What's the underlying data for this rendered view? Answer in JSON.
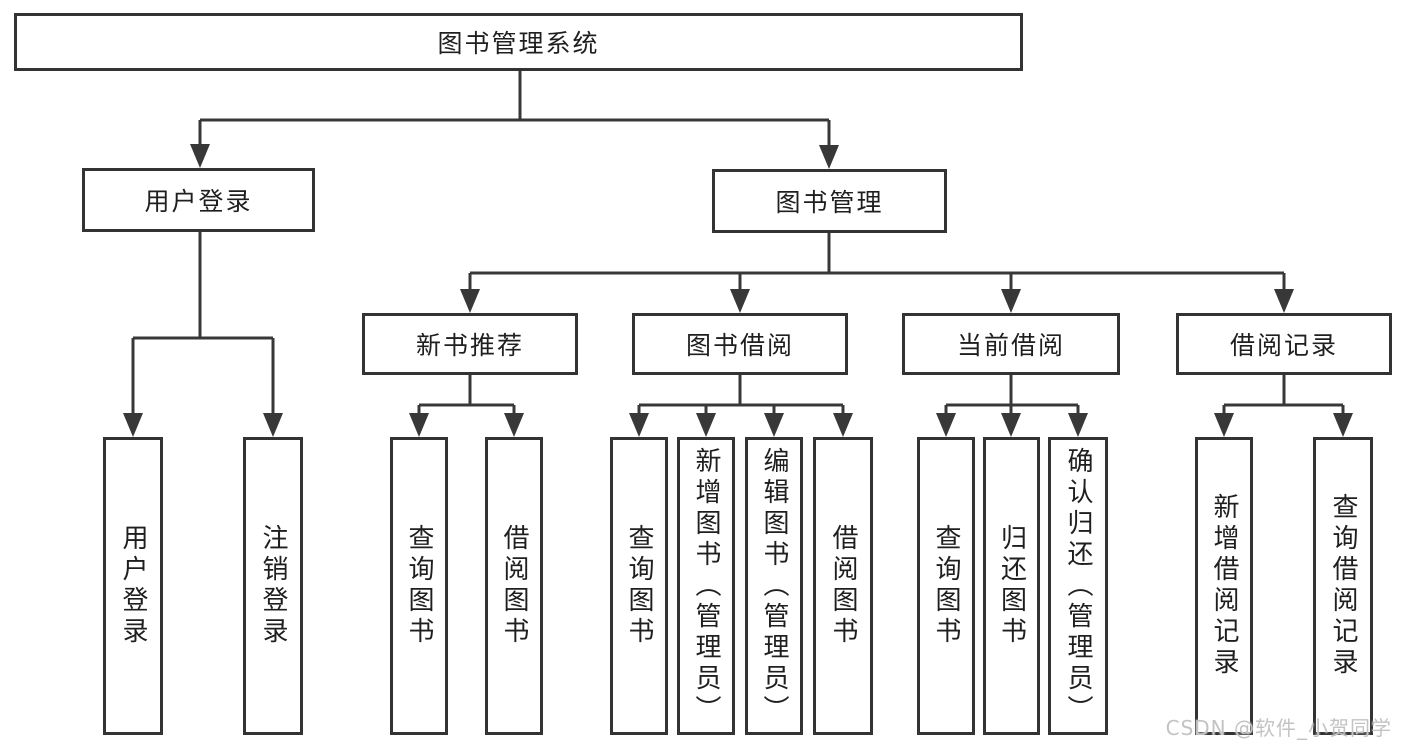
{
  "root": {
    "label": "图书管理系统"
  },
  "level2": {
    "user_login": "用户登录",
    "book_management": "图书管理"
  },
  "level3": {
    "new_book_recommend": "新书推荐",
    "book_borrow": "图书借阅",
    "current_borrow": "当前借阅",
    "borrow_record": "借阅记录"
  },
  "leaves": {
    "user_login_1": "用户登录",
    "user_login_2": "注销登录",
    "new_book_1": "查询图书",
    "new_book_2": "借阅图书",
    "book_borrow_1": "查询图书",
    "book_borrow_2": "新增图书（管理员）",
    "book_borrow_3": "编辑图书（管理员）",
    "book_borrow_4": "借阅图书",
    "current_borrow_1": "查询图书",
    "current_borrow_2": "归还图书",
    "current_borrow_3": "确认归还（管理员）",
    "borrow_record_1": "新增借阅记录",
    "borrow_record_2": "查询借阅记录"
  },
  "watermark": {
    "text": "CSDN @软件_小贺同学"
  },
  "colors": {
    "line": "#383838",
    "box_border": "#333333",
    "box_fill": "#ffffff",
    "text": "#1f1f1f",
    "watermark": "#c3c3c3",
    "background": "#ffffff"
  }
}
